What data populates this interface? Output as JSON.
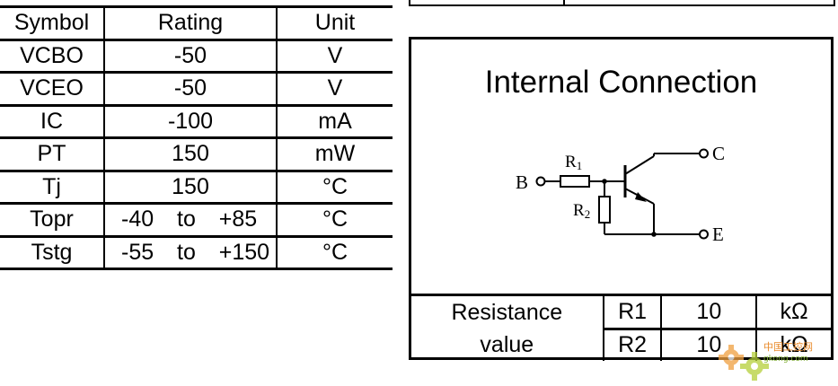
{
  "ratings_table": {
    "headers": {
      "symbol": "Symbol",
      "rating": "Rating",
      "unit": "Unit"
    },
    "rows": [
      {
        "symbol": "VCBO",
        "rating": "-50",
        "unit": "V"
      },
      {
        "symbol": "VCEO",
        "rating": "-50",
        "unit": "V"
      },
      {
        "symbol": "IC",
        "rating": "-100",
        "unit": "mA"
      },
      {
        "symbol": "PT",
        "rating": "150",
        "unit": "mW"
      },
      {
        "symbol": "Tj",
        "rating": "150",
        "unit": "°C"
      },
      {
        "symbol": "Topr",
        "rating": "-40  to  +85",
        "unit": "°C"
      },
      {
        "symbol": "Tstg",
        "rating": "-55  to  +150",
        "unit": "°C"
      }
    ]
  },
  "internal_connection": {
    "title": "Internal Connection",
    "pins": {
      "base": "B",
      "collector": "C",
      "emitter": "E"
    },
    "resistors": {
      "r1": "R",
      "r1_sub": "1",
      "r2": "R",
      "r2_sub": "2"
    }
  },
  "resistance_table": {
    "label_line1": "Resistance",
    "label_line2": "value",
    "rows": [
      {
        "name": "R1",
        "value": "10",
        "unit": "kΩ"
      },
      {
        "name": "R2",
        "value": "10",
        "unit": "kΩ"
      }
    ]
  },
  "watermark": {
    "text": "中国工控网",
    "url": "gkong.com"
  }
}
